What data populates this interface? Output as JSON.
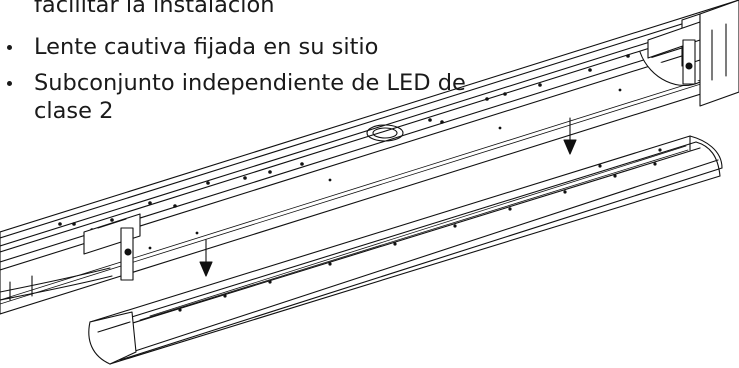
{
  "text": {
    "line_continued": "facilitar la instalación",
    "bullets": [
      {
        "line1": "Lente cautiva fijada en su sitio"
      },
      {
        "line1": "Subconjunto independiente de LED de",
        "line2": "clase 2"
      }
    ]
  },
  "illustration": {
    "colors": {
      "stroke": "#111111",
      "fill": "#ffffff"
    }
  }
}
